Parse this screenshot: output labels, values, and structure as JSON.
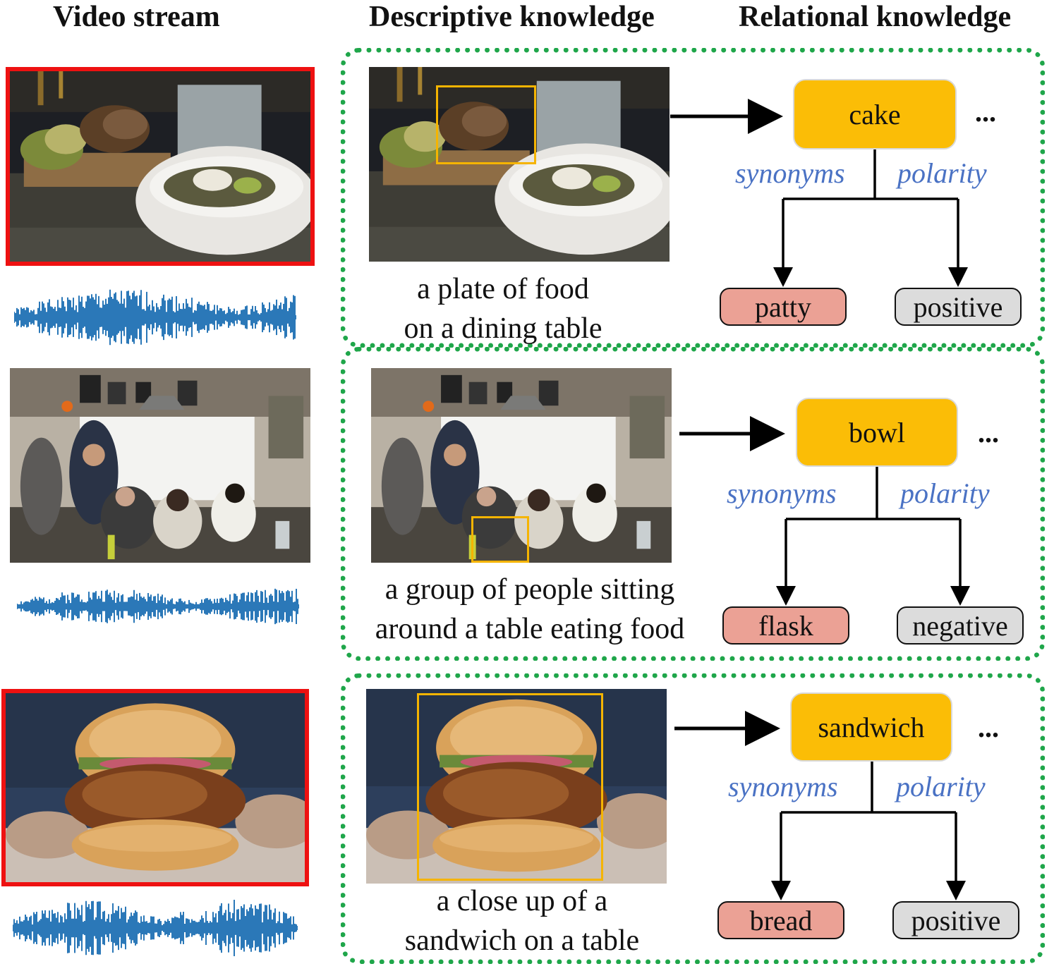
{
  "headers": {
    "video": "Video stream",
    "descriptive": "Descriptive knowledge",
    "relational": "Relational knowledge"
  },
  "colors": {
    "frame_highlight": "#ee1111",
    "bbox": "#f5b400",
    "waveform": "#2b78b8",
    "dotted_border": "#1fa64a",
    "object_node": "#fbbd06",
    "synonym_node": "#eba195",
    "polarity_node": "#dcdcdc",
    "relation_label": "#4a72c4"
  },
  "rows": [
    {
      "scene": "food-plate",
      "highlighted": true,
      "caption_line1": "a plate of food",
      "caption_line2": "on a dining table",
      "object": "cake",
      "relation_left": "synonyms",
      "relation_right": "polarity",
      "synonym": "patty",
      "polarity": "positive",
      "more": "..."
    },
    {
      "scene": "restaurant",
      "highlighted": false,
      "caption_line1": "a group of people sitting",
      "caption_line2": "around a table eating food",
      "object": "bowl",
      "relation_left": "synonyms",
      "relation_right": "polarity",
      "synonym": "flask",
      "polarity": "negative",
      "more": "..."
    },
    {
      "scene": "sandwich",
      "highlighted": true,
      "caption_line1": "a close up of a",
      "caption_line2": "sandwich on a table",
      "object": "sandwich",
      "relation_left": "synonyms",
      "relation_right": "polarity",
      "synonym": "bread",
      "polarity": "positive",
      "more": "..."
    }
  ]
}
